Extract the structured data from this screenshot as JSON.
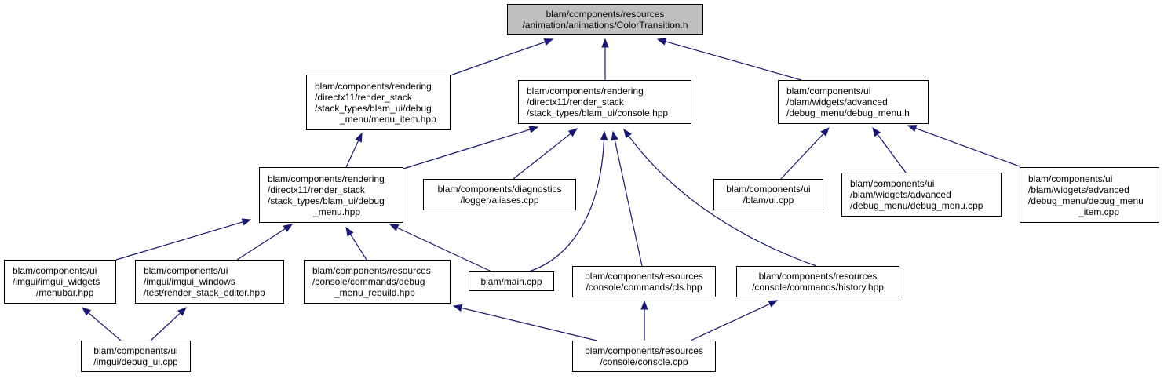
{
  "colors": {
    "edge": "#191970",
    "node_border": "#000000",
    "root_fill": "#bfbfbf",
    "node_fill": "#ffffff"
  },
  "nodes": {
    "color_transition_h": {
      "lines": [
        "blam/components/resources",
        "/animation/animations/ColorTransition.h"
      ]
    },
    "menu_item_hpp": {
      "lines": [
        "blam/components/rendering",
        "/directx11/render_stack",
        "/stack_types/blam_ui/debug",
        "_menu/menu_item.hpp"
      ]
    },
    "console_hpp": {
      "lines": [
        "blam/components/rendering",
        "/directx11/render_stack",
        "/stack_types/blam_ui/console.hpp"
      ]
    },
    "debug_menu_h": {
      "lines": [
        "blam/components/ui",
        "/blam/widgets/advanced",
        "/debug_menu/debug_menu.h"
      ]
    },
    "debug_menu_hpp": {
      "lines": [
        "blam/components/rendering",
        "/directx11/render_stack",
        "/stack_types/blam_ui/debug",
        "_menu.hpp"
      ]
    },
    "aliases_cpp": {
      "lines": [
        "blam/components/diagnostics",
        "/logger/aliases.cpp"
      ]
    },
    "ui_cpp": {
      "lines": [
        "blam/components/ui",
        "/blam/ui.cpp"
      ]
    },
    "debug_menu_cpp": {
      "lines": [
        "blam/components/ui",
        "/blam/widgets/advanced",
        "/debug_menu/debug_menu.cpp"
      ]
    },
    "debug_menu_item_cpp": {
      "lines": [
        "blam/components/ui",
        "/blam/widgets/advanced",
        "/debug_menu/debug_menu",
        "_item.cpp"
      ]
    },
    "menubar_hpp": {
      "lines": [
        "blam/components/ui",
        "/imgui/imgui_widgets",
        "/menubar.hpp"
      ]
    },
    "render_stack_editor_hpp": {
      "lines": [
        "blam/components/ui",
        "/imgui/imgui_windows",
        "/test/render_stack_editor.hpp"
      ]
    },
    "debug_menu_rebuild_hpp": {
      "lines": [
        "blam/components/resources",
        "/console/commands/debug",
        "_menu_rebuild.hpp"
      ]
    },
    "main_cpp": {
      "lines": [
        "blam/main.cpp"
      ]
    },
    "cls_hpp": {
      "lines": [
        "blam/components/resources",
        "/console/commands/cls.hpp"
      ]
    },
    "history_hpp": {
      "lines": [
        "blam/components/resources",
        "/console/commands/history.hpp"
      ]
    },
    "debug_ui_cpp": {
      "lines": [
        "blam/components/ui",
        "/imgui/debug_ui.cpp"
      ]
    },
    "console_cpp": {
      "lines": [
        "blam/components/resources",
        "/console/console.cpp"
      ]
    }
  },
  "edges": [
    {
      "from": "menu_item_hpp",
      "to": "color_transition_h"
    },
    {
      "from": "console_hpp",
      "to": "color_transition_h"
    },
    {
      "from": "debug_menu_h",
      "to": "color_transition_h"
    },
    {
      "from": "debug_menu_hpp",
      "to": "menu_item_hpp"
    },
    {
      "from": "debug_menu_hpp",
      "to": "console_hpp"
    },
    {
      "from": "aliases_cpp",
      "to": "console_hpp"
    },
    {
      "from": "main_cpp",
      "to": "console_hpp"
    },
    {
      "from": "cls_hpp",
      "to": "console_hpp"
    },
    {
      "from": "history_hpp",
      "to": "console_hpp"
    },
    {
      "from": "ui_cpp",
      "to": "debug_menu_h"
    },
    {
      "from": "debug_menu_cpp",
      "to": "debug_menu_h"
    },
    {
      "from": "debug_menu_item_cpp",
      "to": "debug_menu_h"
    },
    {
      "from": "menubar_hpp",
      "to": "debug_menu_hpp"
    },
    {
      "from": "render_stack_editor_hpp",
      "to": "debug_menu_hpp"
    },
    {
      "from": "debug_menu_rebuild_hpp",
      "to": "debug_menu_hpp"
    },
    {
      "from": "main_cpp",
      "to": "debug_menu_hpp"
    },
    {
      "from": "debug_ui_cpp",
      "to": "menubar_hpp"
    },
    {
      "from": "debug_ui_cpp",
      "to": "render_stack_editor_hpp"
    },
    {
      "from": "console_cpp",
      "to": "debug_menu_rebuild_hpp"
    },
    {
      "from": "console_cpp",
      "to": "cls_hpp"
    },
    {
      "from": "console_cpp",
      "to": "history_hpp"
    }
  ]
}
